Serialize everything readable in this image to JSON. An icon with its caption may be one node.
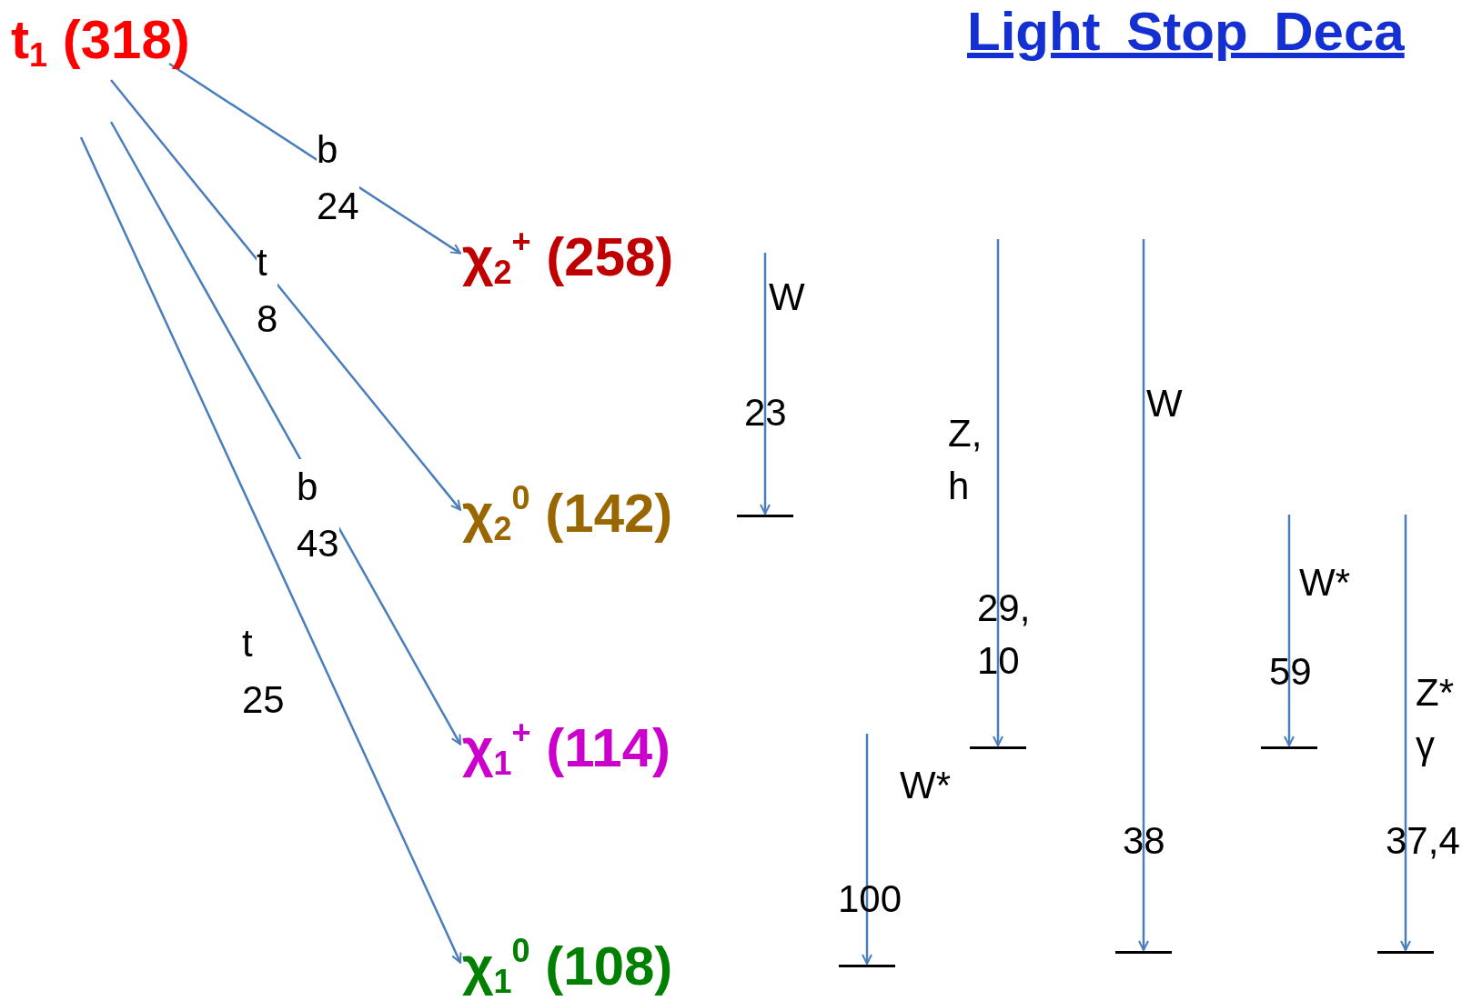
{
  "diagram": {
    "title": "Light Stop Deca",
    "nodes": [
      {
        "text": [
          "t$_{1}$ (318)"
        ]
      },
      {
        "text": [
          "χ$_{2}$$^{+}$ (258)"
        ]
      },
      {
        "text": [
          "χ$_{2}$$^{0}$ (142)"
        ]
      },
      {
        "text": [
          "χ$_{1}$$^{+}$ (114)"
        ]
      },
      {
        "text": [
          "χ$_{1}$$^{0}$ (108)"
        ]
      },
      {
        "text": [],
        "shape": "bar"
      },
      {
        "text": [],
        "shape": "bar"
      },
      {
        "text": [],
        "shape": "bar"
      },
      {
        "text": [],
        "shape": "bar"
      },
      {
        "text": [],
        "shape": "bar"
      },
      {
        "text": [],
        "shape": "bar"
      }
    ],
    "edges": [
      {
        "from": 0,
        "to": 1,
        "arrow": "to",
        "label": "b 24"
      },
      {
        "from": 0,
        "to": 2,
        "arrow": "to",
        "label": "t 8"
      },
      {
        "from": 0,
        "to": 3,
        "arrow": "to",
        "label": "b 43"
      },
      {
        "from": 0,
        "to": 4,
        "arrow": "to",
        "label": "t 25"
      },
      {
        "from": null,
        "to": 5,
        "arrow": "to"
      },
      {
        "from": null,
        "to": 6,
        "arrow": "to"
      },
      {
        "from": null,
        "to": 7,
        "arrow": "to"
      },
      {
        "from": null,
        "to": 8,
        "arrow": "to"
      },
      {
        "from": null,
        "to": 9,
        "arrow": "to"
      },
      {
        "from": null,
        "to": 10,
        "arrow": "to"
      }
    ],
    "labels": [
      "W",
      "23",
      "Z, h",
      "29, 10",
      "W",
      "38",
      "W*",
      "59",
      "Z* γ",
      "37,4",
      "W*",
      "100"
    ]
  }
}
